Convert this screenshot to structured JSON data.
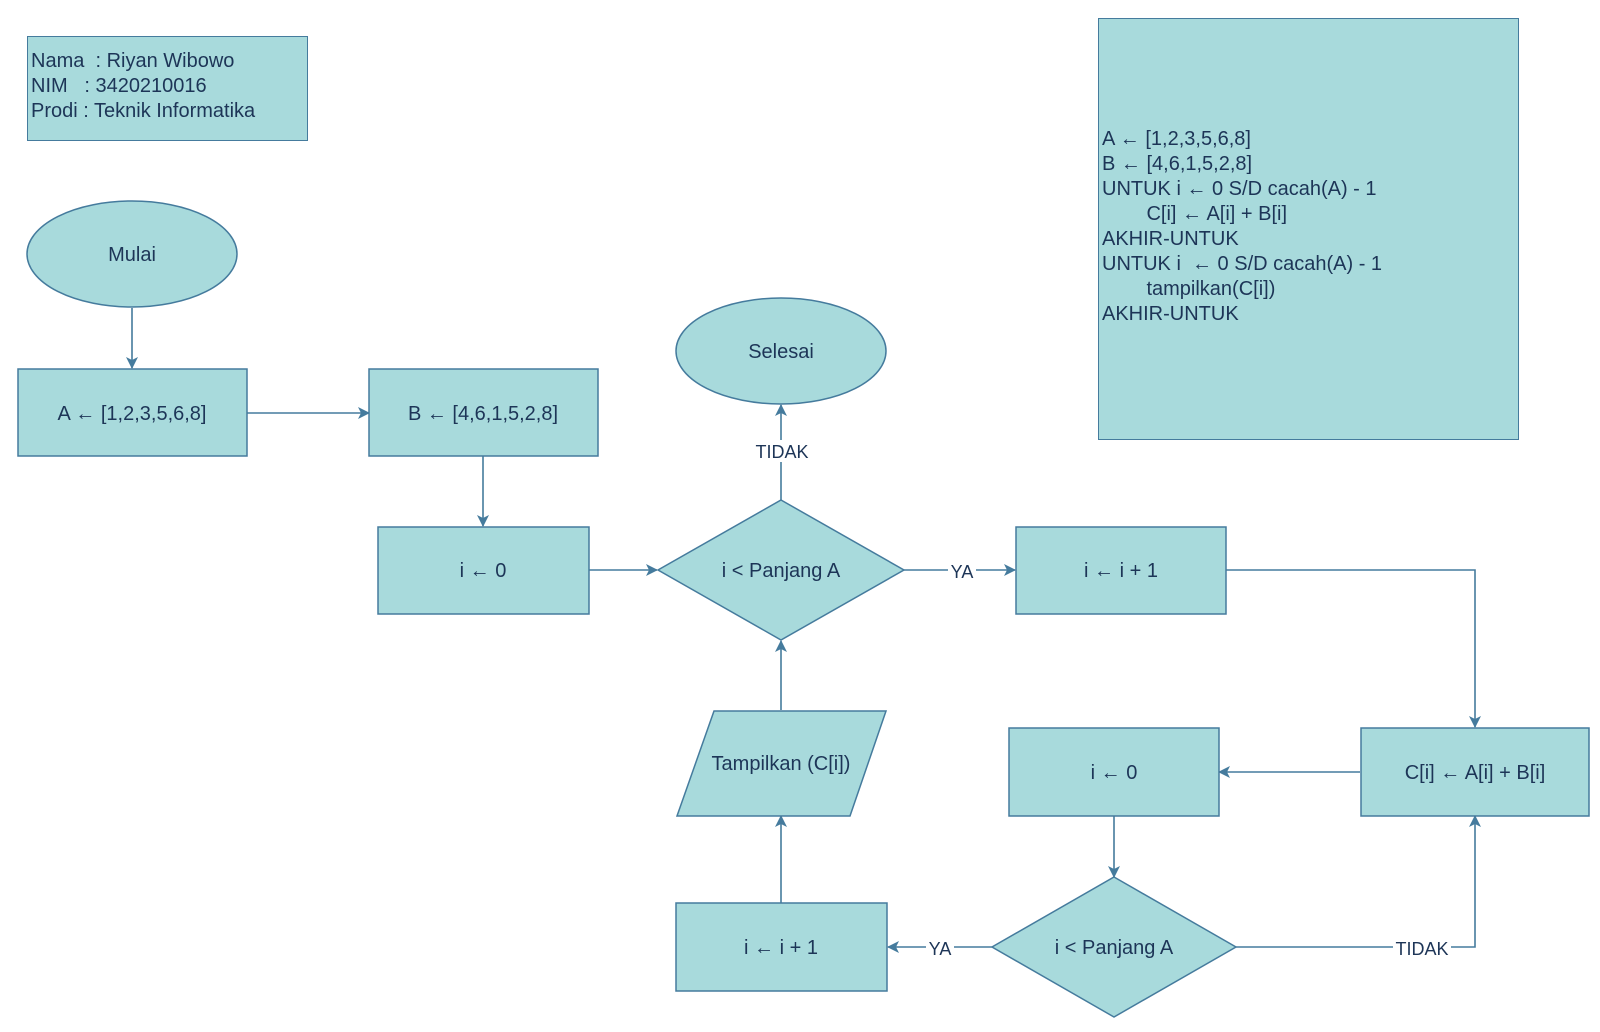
{
  "info": {
    "lines": [
      "Nama  : Riyan Wibowo",
      "NIM   : 3420210016",
      "Prodi : Teknik Informatika"
    ]
  },
  "pseudocode": {
    "lines": [
      "A ← [1,2,3,5,6,8]",
      "B ← [4,6,1,5,2,8]",
      "UNTUK i ← 0 S/D cacah(A) - 1",
      "        C[i] ← A[i] + B[i]",
      "AKHIR-UNTUK",
      "UNTUK i  ← 0 S/D cacah(A) - 1",
      "        tampilkan(C[i])",
      "AKHIR-UNTUK"
    ]
  },
  "flowchart": {
    "start": "Mulai",
    "end": "Selesai",
    "assign_a": "A ← [1,2,3,5,6,8]",
    "assign_b": "B ← [4,6,1,5,2,8]",
    "init_i_1": "i ← 0",
    "cond_1": "i < Panjang A",
    "incr_i_1": "i ← i + 1",
    "sum_c": "C[i] ← A[i] + B[i]",
    "init_i_2": "i ← 0",
    "cond_2": "i < Panjang A",
    "incr_i_2": "i ← i + 1",
    "output_c": "Tampilkan (C[i])",
    "label_yes_1": "YA",
    "label_no_1": "TIDAK",
    "label_yes_2": "YA",
    "label_no_2": "TIDAK"
  },
  "colors": {
    "fill": "#a8dadc",
    "stroke": "#457b9d",
    "text": "#1d3557"
  }
}
